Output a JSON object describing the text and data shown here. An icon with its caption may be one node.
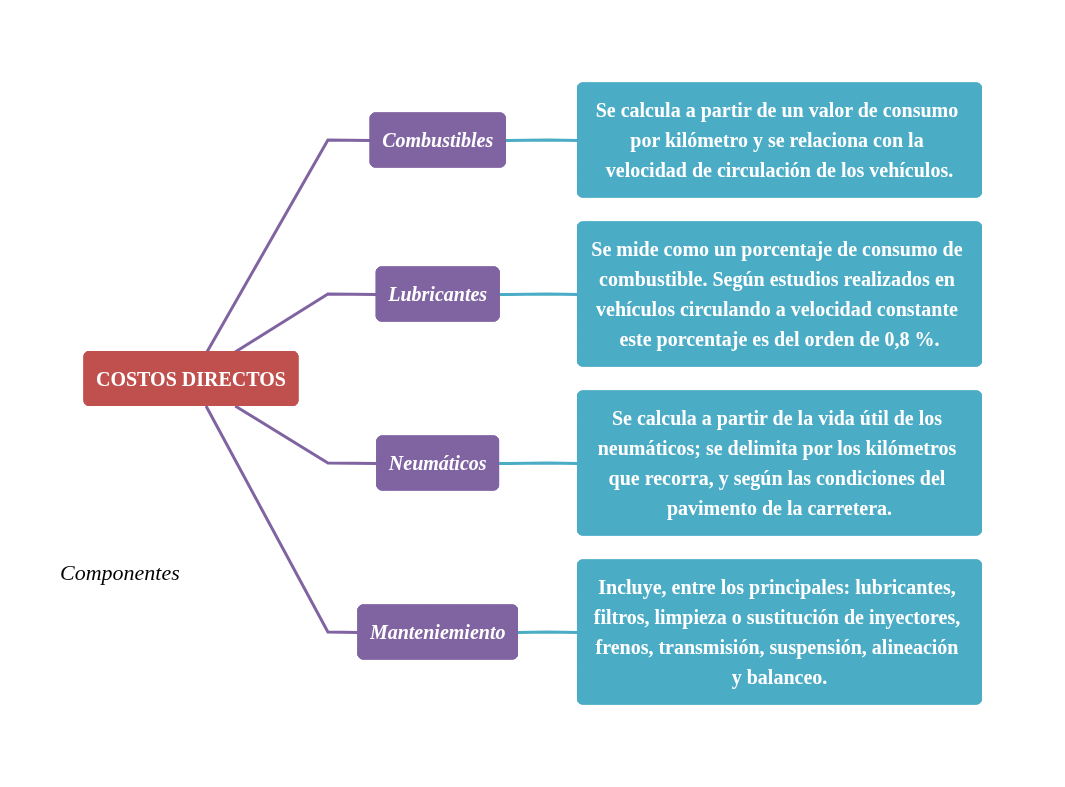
{
  "diagram": {
    "nodes": [
      {
        "text": [
          "COSTOS DIRECTOS"
        ]
      },
      {
        "text": [
          "Combustibles"
        ]
      },
      {
        "text": [
          "Se calcula a partir de un valor de consumo por kilómetro y se relaciona con la velocidad de circulación de los vehículos."
        ]
      },
      {
        "text": [
          "Lubricantes"
        ]
      },
      {
        "text": [
          "Se mide como un porcentaje de consumo de combustible. Según estudios realizados en vehículos circulando a velocidad constante este porcentaje es del orden de 0,8 %."
        ]
      },
      {
        "text": [
          "Neumáticos"
        ]
      },
      {
        "text": [
          "Se calcula a partir de la vida útil de los neumáticos; se delimita por los kilómetros que recorra, y según las condiciones del pavimento de la carretera."
        ]
      },
      {
        "text": [
          "Manteniemiento"
        ]
      },
      {
        "text": [
          "Incluye, entre los principales: lubricantes, filtros, limpieza o sustitución de inyectores, frenos, transmisión, suspensión, alineación y balanceo."
        ]
      }
    ],
    "edges": [
      {
        "from": 0,
        "to": 1,
        "arrow": "none"
      },
      {
        "from": 0,
        "to": 3,
        "arrow": "none"
      },
      {
        "from": 0,
        "to": 5,
        "arrow": "none"
      },
      {
        "from": 0,
        "to": 7,
        "arrow": "none"
      },
      {
        "from": 1,
        "to": 2,
        "arrow": "none",
        "color": "#4bacc6"
      },
      {
        "from": 3,
        "to": 4,
        "arrow": "none",
        "color": "#4bacc6"
      },
      {
        "from": 5,
        "to": 6,
        "arrow": "none",
        "color": "#4bacc6"
      },
      {
        "from": 7,
        "to": 8,
        "arrow": "none",
        "color": "#4bacc6"
      }
    ],
    "labels": [
      "Componentes"
    ]
  }
}
